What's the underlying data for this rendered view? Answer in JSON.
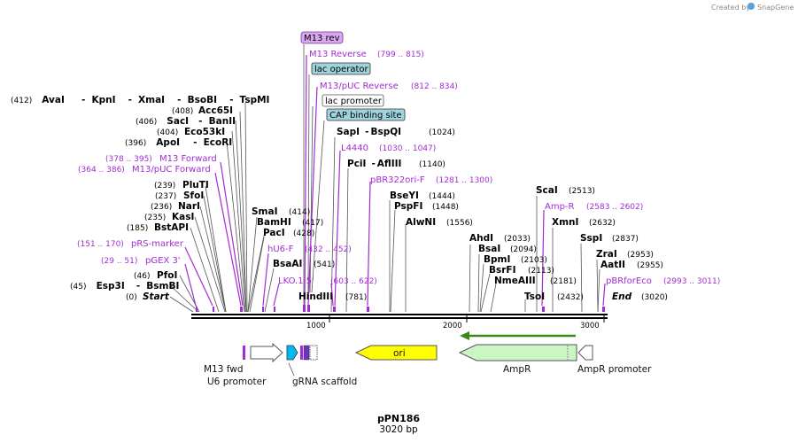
{
  "credit": {
    "created_by": "Created by",
    "brand": "SnapGene"
  },
  "map": {
    "name": "pPN186",
    "length_label": "3020 bp",
    "scale_ticks": [
      "1000",
      "2000",
      "3000"
    ]
  },
  "badges": [
    {
      "label": "M13 rev",
      "color": "#d9a7f0"
    },
    {
      "label": "lac operator",
      "color": "#9fd3dd"
    },
    {
      "label": "lac promoter",
      "color": "#ffffff"
    },
    {
      "label": "CAP binding site",
      "color": "#9fd3dd"
    }
  ],
  "left_labels": {
    "row1": {
      "pos": "(412)",
      "a": "AvaI",
      "b": "KpnI",
      "c": "XmaI",
      "d": "BsoBI",
      "e": "TspMI",
      "sep": "-"
    },
    "row2": {
      "pos": "(408)",
      "name": "Acc65I"
    },
    "row3": {
      "pos": "(406)",
      "a": "SacI",
      "b": "BanII",
      "sep": "-"
    },
    "row4": {
      "pos": "(404)",
      "name": "Eco53kI"
    },
    "row5": {
      "pos": "(396)",
      "a": "ApoI",
      "b": "EcoRI",
      "sep": "-"
    },
    "m13fwd": {
      "pos": "(378 .. 395)",
      "name": "M13 Forward"
    },
    "m13puc": {
      "pos": "(364 .. 386)",
      "name": "M13/pUC Forward"
    },
    "plut": {
      "pos": "(239)",
      "name": "PluTI"
    },
    "sfoi": {
      "pos": "(237)",
      "name": "SfoI"
    },
    "nari": {
      "pos": "(236)",
      "name": "NarI"
    },
    "kasi": {
      "pos": "(235)",
      "name": "KasI"
    },
    "bstapi": {
      "pos": "(185)",
      "name": "BstAPI"
    },
    "prs": {
      "pos": "(151 .. 170)",
      "name": "pRS-marker"
    },
    "pgex": {
      "pos": "(29 .. 51)",
      "name": "pGEX 3'"
    },
    "pfoi": {
      "pos": "(46)",
      "name": "PfoI"
    },
    "esp": {
      "pos": "(45)",
      "a": "Esp3I",
      "b": "BsmBI",
      "sep": "-"
    },
    "start": {
      "pos": "(0)",
      "name": "Start"
    }
  },
  "center_labels": {
    "m13rev": {
      "name": "M13 Reverse",
      "pos": "(799 .. 815)"
    },
    "m13pucrev": {
      "name": "M13/pUC Reverse",
      "pos": "(812 .. 834)"
    },
    "sapi": {
      "a": "SapI",
      "b": "BspQI",
      "sep": "-",
      "pos": "(1024)"
    },
    "l4440": {
      "name": "L4440",
      "pos": "(1030 .. 1047)"
    },
    "pcii": {
      "a": "PciI",
      "b": "AflIII",
      "sep": "-",
      "pos": "(1140)"
    },
    "pbr322": {
      "name": "pBR322ori-F",
      "pos": "(1281 .. 1300)"
    },
    "bseyi": {
      "name": "BseYI",
      "pos": "(1444)"
    },
    "pspfi": {
      "name": "PspFI",
      "pos": "(1448)"
    },
    "alwni": {
      "name": "AlwNI",
      "pos": "(1556)"
    },
    "smai": {
      "name": "SmaI",
      "pos": "(414)"
    },
    "bamhi": {
      "name": "BamHI",
      "pos": "(417)"
    },
    "paci": {
      "name": "PacI",
      "pos": "(428)"
    },
    "hu6f": {
      "name": "hU6-F",
      "pos": "(432 .. 452)"
    },
    "bsaai": {
      "name": "BsaAI",
      "pos": "(541)"
    },
    "lko": {
      "name": "LKO.1 5'",
      "pos": "(603 .. 622)"
    },
    "hindiii": {
      "name": "HindIII",
      "pos": "(781)"
    }
  },
  "right_labels": {
    "scai": {
      "name": "ScaI",
      "pos": "(2513)"
    },
    "ampr": {
      "name": "Amp-R",
      "pos": "(2583 .. 2602)"
    },
    "xmni": {
      "name": "XmnI",
      "pos": "(2632)"
    },
    "sspi": {
      "name": "SspI",
      "pos": "(2837)"
    },
    "zrai": {
      "name": "ZraI",
      "pos": "(2953)"
    },
    "aatii": {
      "name": "AatII",
      "pos": "(2955)"
    },
    "pbrforeco": {
      "name": "pBRforEco",
      "pos": "(2993 .. 3011)"
    },
    "end": {
      "name": "End",
      "pos": "(3020)"
    },
    "ahdi": {
      "name": "AhdI",
      "pos": "(2033)"
    },
    "bsai": {
      "name": "BsaI",
      "pos": "(2094)"
    },
    "bpmi": {
      "name": "BpmI",
      "pos": "(2103)"
    },
    "bsrfi": {
      "name": "BsrFI",
      "pos": "(2113)"
    },
    "nmeaiii": {
      "name": "NmeAIII",
      "pos": "(2181)"
    },
    "tsoi": {
      "name": "TsoI",
      "pos": "(2432)"
    }
  },
  "features": {
    "m13fwd": "M13 fwd",
    "u6": "U6 promoter",
    "grna": "gRNA scaffold",
    "ori": "ori",
    "ampr": "AmpR",
    "ampr_promoter": "AmpR promoter"
  },
  "colors": {
    "ori_fill": "#ffff00",
    "ampr_fill": "#ccf5c4",
    "orf_arrow": "#3a8a1a",
    "u6_fill": "#00b9f2",
    "primer": "#a12cd3"
  }
}
